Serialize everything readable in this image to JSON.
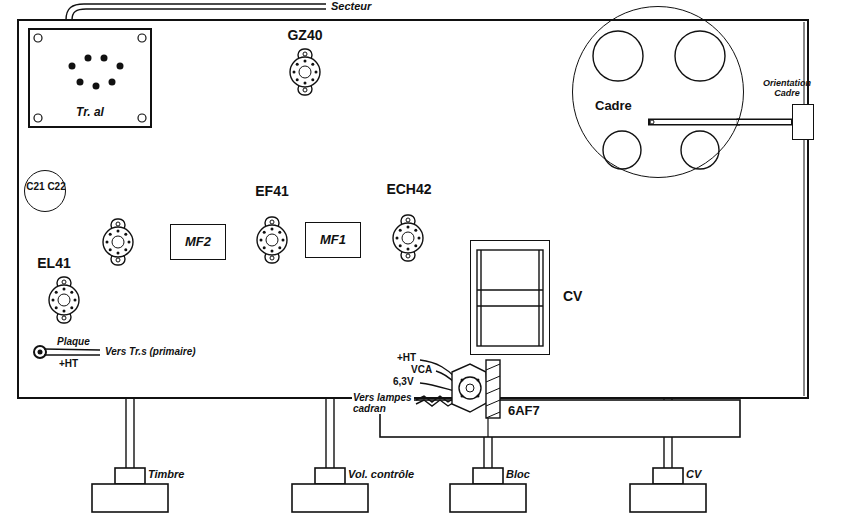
{
  "diagram": {
    "nodes": [
      {
        "text": [
          "Tr. al"
        ]
      },
      {
        "text": [
          "C21 C22"
        ]
      },
      {
        "text": [
          "GZ40"
        ]
      },
      {
        "text": [
          "EL41"
        ]
      },
      {
        "text": [
          "MF2"
        ]
      },
      {
        "text": [
          "EF41"
        ]
      },
      {
        "text": [
          "MF1"
        ]
      },
      {
        "text": [
          "ECH42"
        ]
      },
      {
        "text": [
          "Cadre"
        ]
      },
      {
        "text": [
          "Orientation Cadre"
        ]
      },
      {
        "text": [
          "CV"
        ]
      },
      {
        "text": [
          "6AF7"
        ]
      },
      {
        "text": [
          "Timbre"
        ]
      },
      {
        "text": [
          "Vol. contrôle"
        ]
      },
      {
        "text": [
          "Bloc"
        ]
      },
      {
        "text": [
          "CV"
        ]
      }
    ],
    "edges": [
      {
        "from": 8,
        "to": 9,
        "arrow": "none"
      }
    ],
    "labels": [
      "Secteur",
      "Plaque",
      "+HT",
      "Vers Tr.s (primaire)",
      "+HT",
      "VCA",
      "6,3V",
      "Vers lampes cadran"
    ]
  }
}
